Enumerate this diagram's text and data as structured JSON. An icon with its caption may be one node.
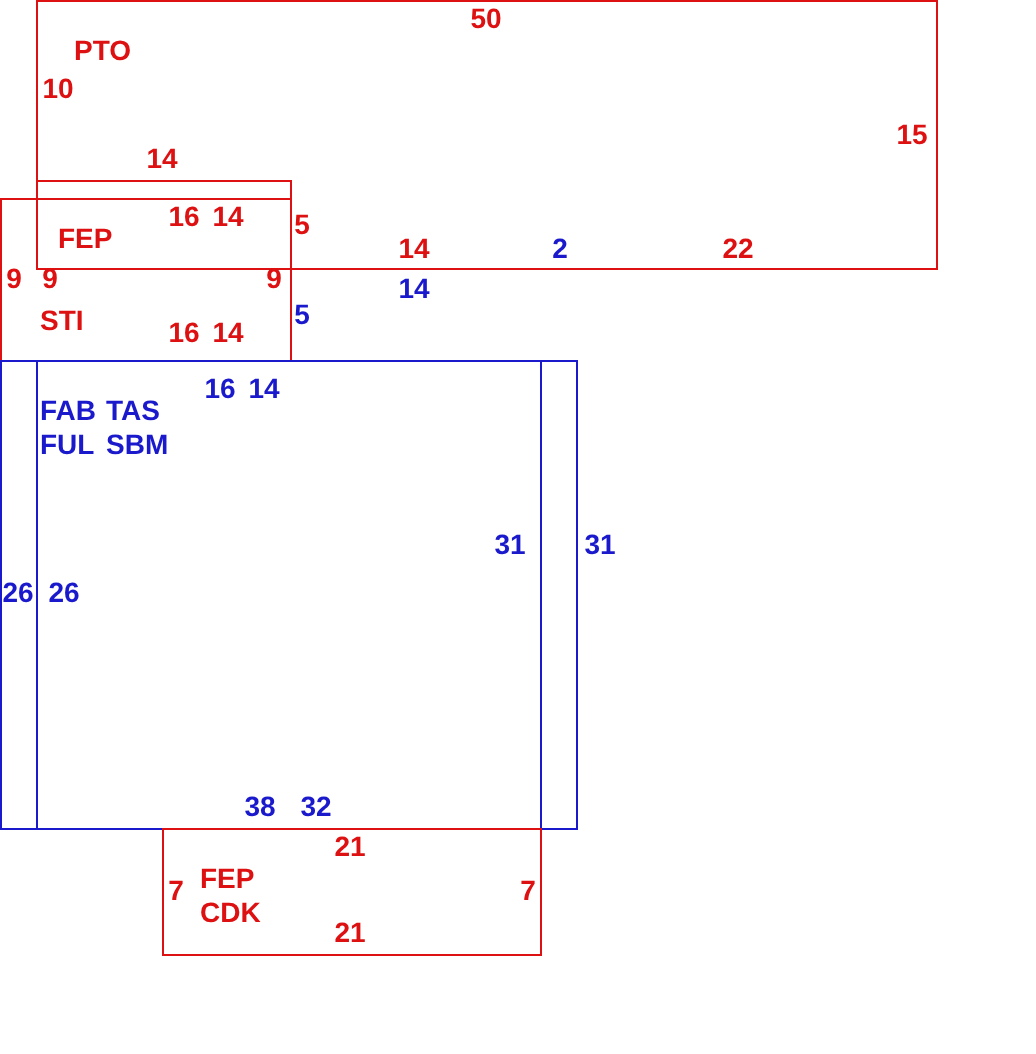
{
  "diagram": {
    "nodes": [
      {
        "text": [
          "PTO"
        ]
      },
      {
        "text": [
          "STI"
        ]
      },
      {
        "text": [
          "FEP"
        ],
        "in": 0
      },
      {
        "text": [
          "FAB FUL"
        ]
      },
      {
        "text": [
          "TAS SBM"
        ]
      },
      {
        "text": [
          "FEP CDK"
        ]
      }
    ],
    "labels": [
      "50",
      "10",
      "15",
      "14",
      "16",
      "14",
      "5",
      "9",
      "9",
      "9",
      "14",
      "2",
      "22",
      "14",
      "5",
      "16",
      "14",
      "16",
      "14",
      "31",
      "31",
      "26",
      "26",
      "38",
      "32",
      "21",
      "7",
      "7",
      "21"
    ]
  }
}
